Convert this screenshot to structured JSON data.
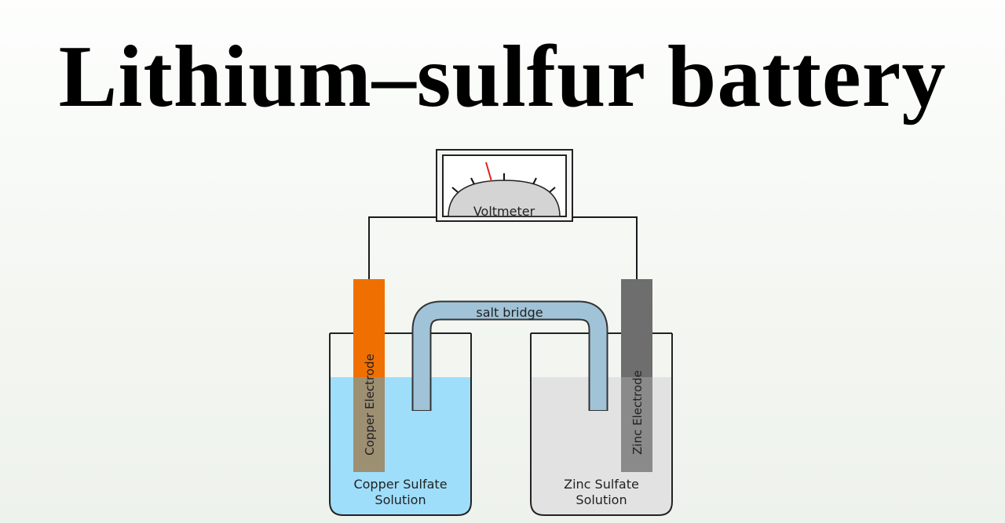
{
  "title": "Lithium–sulfur battery",
  "diagram": {
    "voltmeter_label": "Voltmeter",
    "salt_bridge_label": "salt bridge",
    "left_electrode_label": "Copper Electrode",
    "right_electrode_label": "Zinc Electrode",
    "left_solution_line1": "Copper Sulfate",
    "left_solution_line2": "Solution",
    "right_solution_line1": "Zinc Sulfate",
    "right_solution_line2": "Solution",
    "colors": {
      "copper_electrode": "#ef7000",
      "zinc_electrode": "#6e6e6e",
      "copper_solution": "#9fdefa",
      "zinc_solution": "#e2e2e2",
      "salt_bridge": "#a9cfe6",
      "needle": "#e02020"
    }
  }
}
